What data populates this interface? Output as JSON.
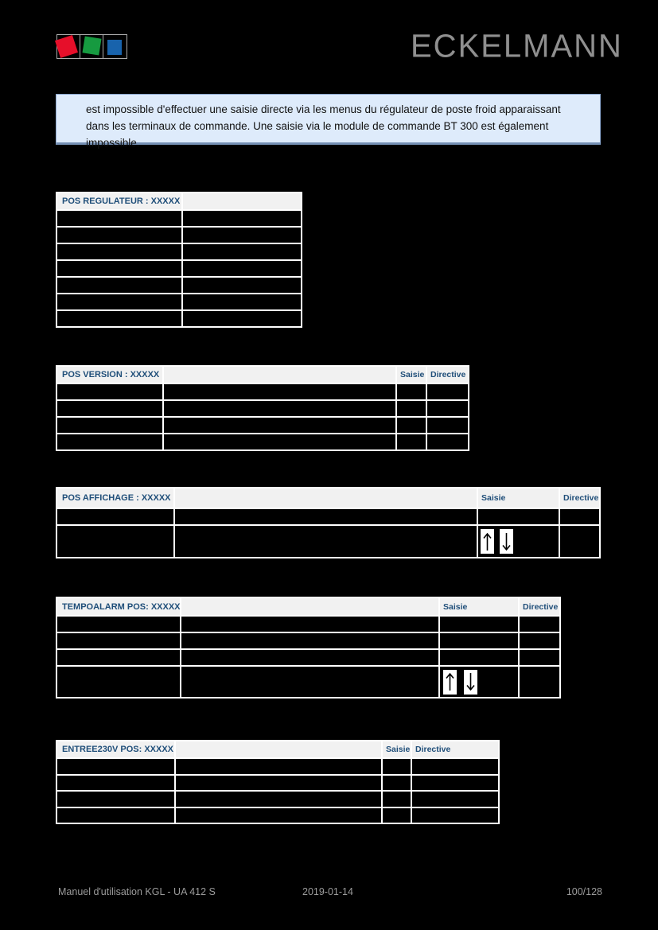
{
  "brand": "ECKELMANN",
  "notice": {
    "text": "est impossible d'effectuer une saisie directe via les menus du régulateur de poste froid apparaissant dans les terminaux de commande. Une saisie via le module de commande BT 300 est également impossible."
  },
  "tables": [
    {
      "title": "POS REGULATEUR : XXXXX"
    },
    {
      "title": "POS VERSION : XXXXX",
      "saisie": "Saisie",
      "directive": "Directive"
    },
    {
      "title": "POS AFFICHAGE : XXXXX",
      "saisie": "Saisie",
      "directive": "Directive"
    },
    {
      "title": "TEMPOALARM POS: XXXXX",
      "saisie": "Saisie",
      "directive": "Directive"
    },
    {
      "title": "ENTREE230V POS: XXXXX",
      "saisie": "Saisie",
      "directive": "Directive"
    }
  ],
  "icons": {
    "saisie_increase": "arrow-up-icon",
    "saisie_decrease": "arrow-down-icon"
  },
  "colors": {
    "accent_navy": "#1f4e79",
    "table_header_bg": "#f1f1f1",
    "notice_bg": "#deebfb",
    "notice_border": "#8aa5cc",
    "logo_red": "#e60f2a",
    "logo_green": "#169a40",
    "logo_blue": "#1863ac",
    "brand_gray": "#8f8f8f",
    "page_bg": "#000000"
  },
  "footer": {
    "left": "Manuel d'utilisation KGL - UA 412 S",
    "center": "2019-01-14",
    "right": "100/128"
  }
}
